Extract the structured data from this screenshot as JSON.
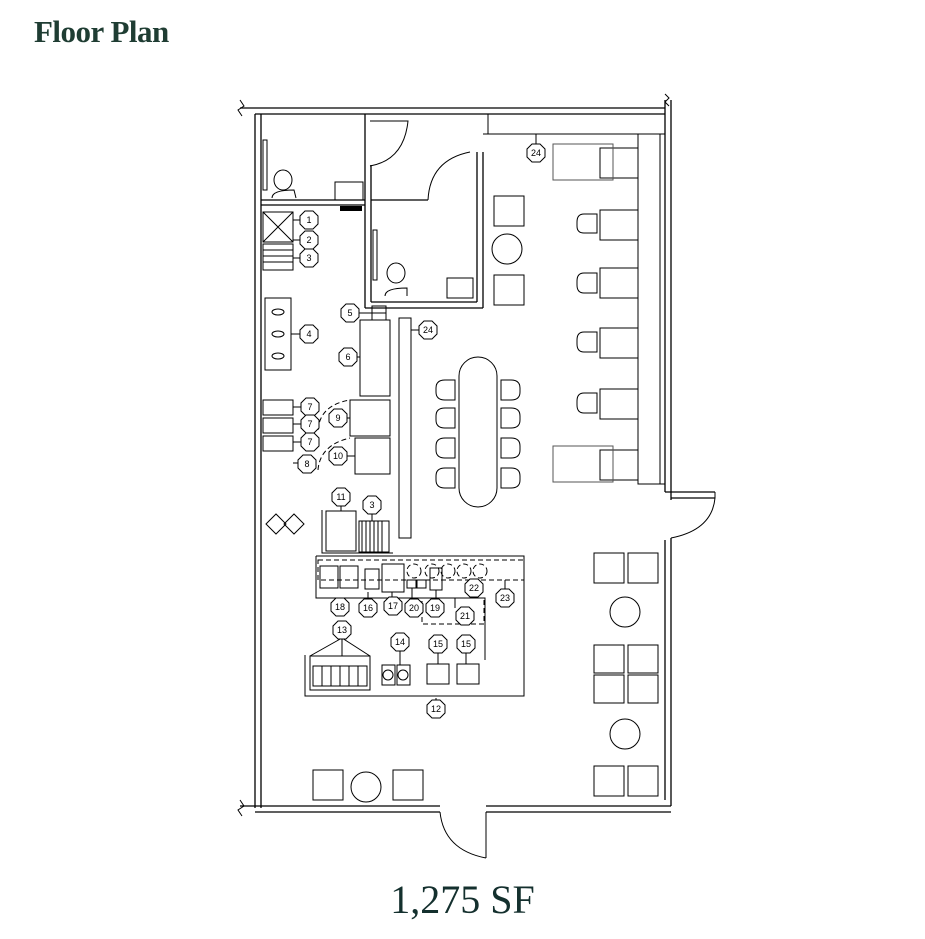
{
  "header": {
    "title": "Floor Plan"
  },
  "footer": {
    "area": "1,275 SF"
  },
  "plan": {
    "equipment_tags": [
      "1",
      "2",
      "3",
      "4",
      "5",
      "6",
      "7",
      "7",
      "7",
      "8",
      "9",
      "10",
      "11",
      "3",
      "12",
      "13",
      "14",
      "15",
      "15",
      "16",
      "17",
      "18",
      "19",
      "20",
      "21",
      "22",
      "23",
      "24",
      "24"
    ],
    "tags": {
      "t1": "1",
      "t2": "2",
      "t3": "3",
      "t4": "4",
      "t5": "5",
      "t6": "6",
      "t7a": "7",
      "t7b": "7",
      "t7c": "7",
      "t8": "8",
      "t9": "9",
      "t10": "10",
      "t11": "11",
      "t3b": "3",
      "t12": "12",
      "t13": "13",
      "t14": "14",
      "t15a": "15",
      "t15b": "15",
      "t16": "16",
      "t17": "17",
      "t18": "18",
      "t19": "19",
      "t20": "20",
      "t21": "21",
      "t22": "22",
      "t23": "23",
      "t24a": "24",
      "t24b": "24"
    },
    "colors": {
      "title": "#1f3d33",
      "area": "#14302e",
      "lines": "#000000"
    }
  }
}
